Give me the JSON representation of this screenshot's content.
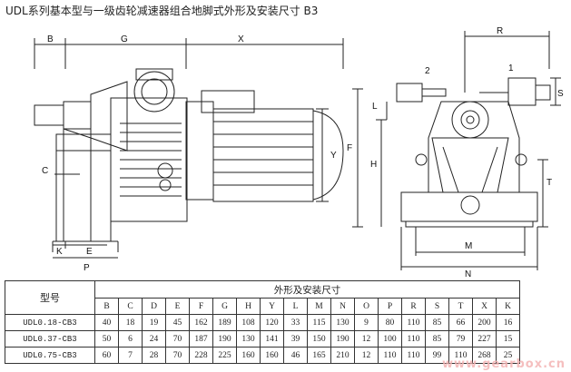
{
  "title": "UDL系列基本型与一级齿轮减速器组合地脚式外形及安装尺寸 B3",
  "drawing": {
    "left_view_labels": {
      "B": "B",
      "G": "G",
      "X": "X",
      "C": "C",
      "Y": "Y",
      "K": "K",
      "E": "E",
      "P": "P"
    },
    "right_view_labels": {
      "R": "R",
      "num2": "2",
      "num1": "1",
      "S": "S",
      "L": "L",
      "F": "F",
      "H": "H",
      "T": "T",
      "M": "M",
      "N": "N"
    }
  },
  "table": {
    "model_header": "型号",
    "group_header": "外形及安装尺寸",
    "columns": [
      "B",
      "C",
      "D",
      "E",
      "F",
      "G",
      "H",
      "Y",
      "L",
      "M",
      "N",
      "O",
      "P",
      "R",
      "S",
      "T",
      "X",
      "K"
    ],
    "rows": [
      {
        "model": "UDL0.18-CB3",
        "values": [
          "40",
          "18",
          "19",
          "45",
          "162",
          "189",
          "108",
          "120",
          "33",
          "115",
          "130",
          "9",
          "80",
          "110",
          "85",
          "66",
          "200",
          "16"
        ]
      },
      {
        "model": "UDL0.37-CB3",
        "values": [
          "50",
          "6",
          "24",
          "70",
          "187",
          "190",
          "130",
          "141",
          "39",
          "150",
          "190",
          "12",
          "100",
          "110",
          "85",
          "79",
          "227",
          "15"
        ]
      },
      {
        "model": "UDL0.75-CB3",
        "values": [
          "60",
          "7",
          "28",
          "70",
          "228",
          "225",
          "160",
          "160",
          "46",
          "165",
          "210",
          "12",
          "110",
          "110",
          "99",
          "110",
          "268",
          "25"
        ]
      }
    ]
  },
  "watermark": "www.gearbox.cn"
}
